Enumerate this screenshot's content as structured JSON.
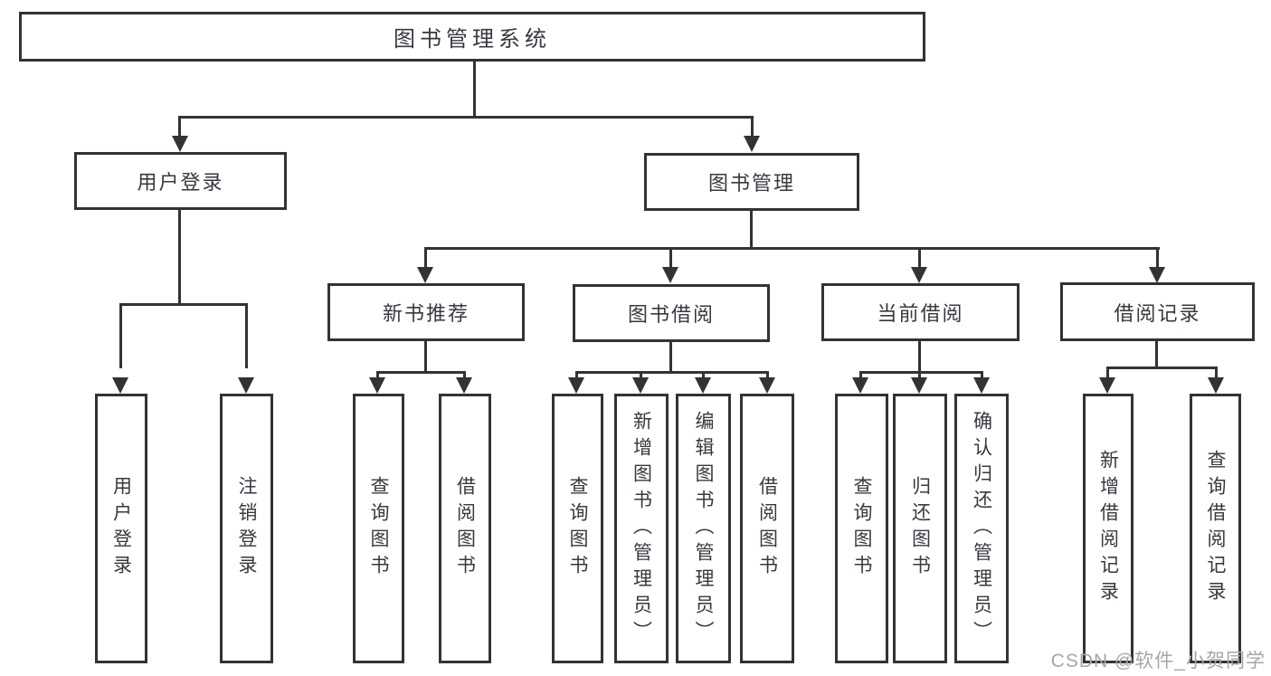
{
  "diagram": {
    "title": "图书管理系统",
    "type": "functional-structure-tree"
  },
  "nodes": {
    "root": "图书管理系统",
    "user_login": "用户登录",
    "book_mgmt": "图书管理",
    "new_book_rec": "新书推荐",
    "book_borrow": "图书借阅",
    "current_borrow": "当前借阅",
    "borrow_records": "借阅记录",
    "leaf_user_login": "用户登录",
    "leaf_logout": "注销登录",
    "leaf_query_book_1": "查询图书",
    "leaf_borrow_book_1": "借阅图书",
    "leaf_query_book_2": "查询图书",
    "leaf_add_book": "新增图书（管理员）",
    "leaf_edit_book": "编辑图书（管理员）",
    "leaf_borrow_book_2": "借阅图书",
    "leaf_query_book_3": "查询图书",
    "leaf_return_book": "归还图书",
    "leaf_confirm_return": "确认归还（管理员）",
    "leaf_add_record": "新增借阅记录",
    "leaf_query_record": "查询借阅记录"
  },
  "watermark": {
    "text": "CSDN @软件_小贺同学"
  },
  "colors": {
    "line": "#333333",
    "text": "#36393f",
    "watermark": "#a6a6a8",
    "background": "#ffffff"
  }
}
